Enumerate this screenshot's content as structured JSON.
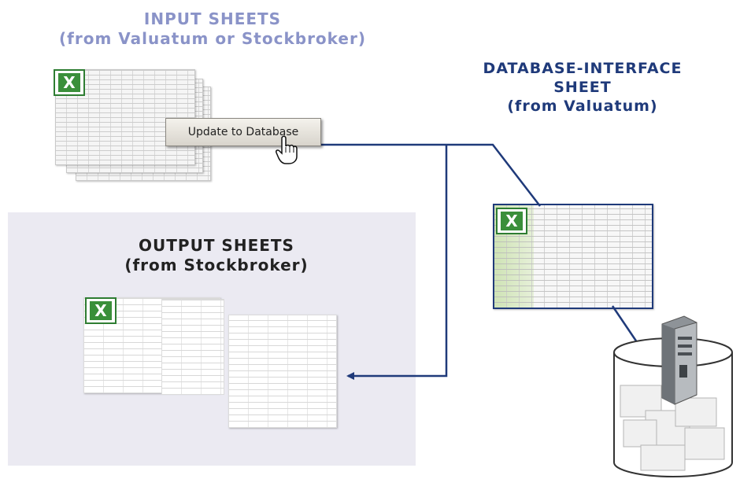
{
  "captions": {
    "input": {
      "line1": "INPUT SHEETS",
      "line2": "(from Valuatum or Stockbroker)"
    },
    "database_interface": {
      "line1": "DATABASE-INTERFACE",
      "line2": "SHEET",
      "line3": "(from Valuatum)"
    },
    "output": {
      "line1": "OUTPUT SHEETS",
      "line2": "(from Stockbroker)"
    }
  },
  "update_button": {
    "label": "Update to Database"
  },
  "icons": [
    "excel-icon",
    "hand-cursor-icon",
    "server-icon",
    "database-cylinder-icon",
    "arrow-icon"
  ],
  "colors": {
    "input_caption": "#8a93c8",
    "db_caption": "#1f3a7a",
    "connector": "#1f3a7a",
    "output_panel": "#ebeaf2"
  }
}
